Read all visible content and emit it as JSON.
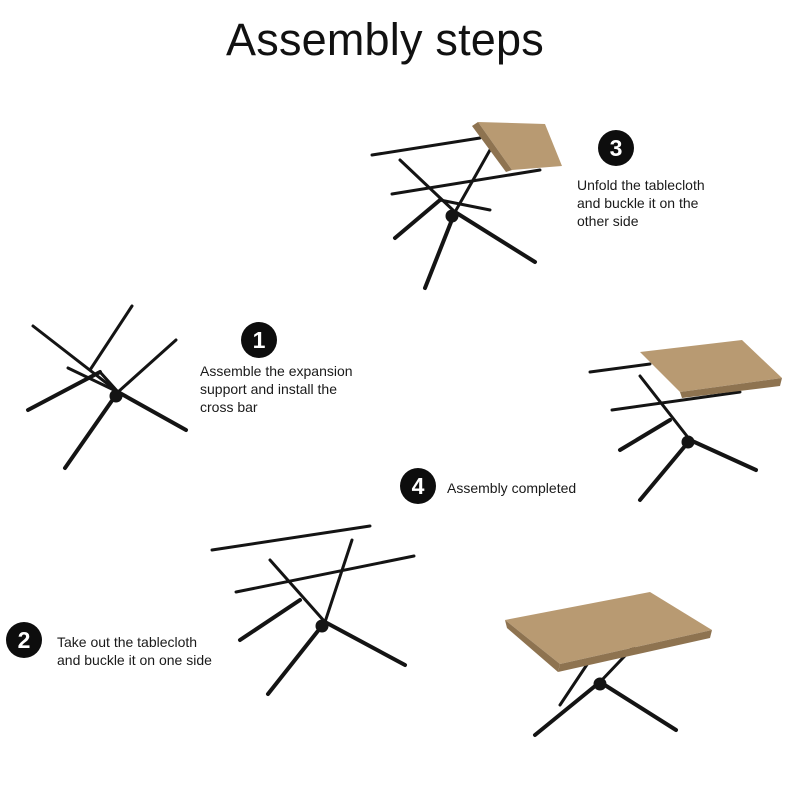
{
  "title": "Assembly steps",
  "steps": [
    {
      "number": "1",
      "text": "Assemble the expansion\nsupport and install the\ncross bar"
    },
    {
      "number": "2",
      "text": "Take out the tablecloth\nand buckle it on one side"
    },
    {
      "number": "3",
      "text": "Unfold the tablecloth\nand buckle it on the\nother side"
    },
    {
      "number": "4",
      "text": "Assembly completed"
    }
  ],
  "colors": {
    "frame": "#141414",
    "cloth": "#b89a72",
    "cloth_dark": "#8e7350",
    "badge": "#0d0d0d"
  }
}
